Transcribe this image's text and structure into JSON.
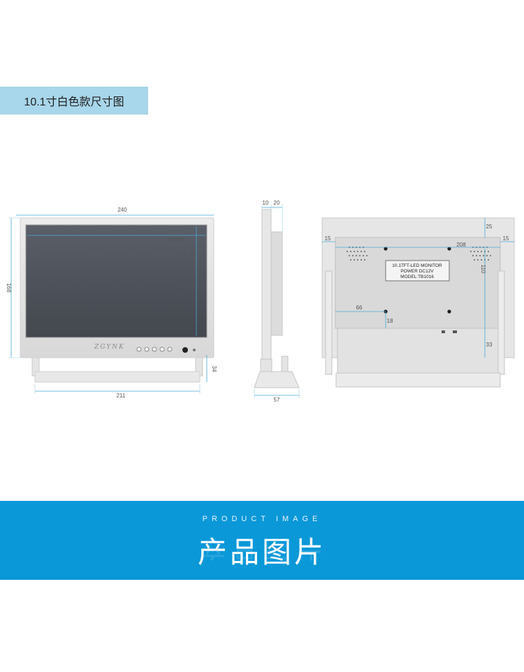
{
  "header": {
    "title": "10.1寸白色款尺寸图"
  },
  "front_view": {
    "brand": "ZGYNK",
    "width": "240",
    "height": "168",
    "screen_width": "219.5",
    "screen_height": "137.5",
    "stand_width": "211",
    "stand_height": "34"
  },
  "side_view": {
    "depth_top_a": "10",
    "depth_top_b": "20",
    "base_depth": "57"
  },
  "back_view": {
    "label_line1": "10.1TFT-LED MONITOR",
    "label_line2": "POWER DC12V",
    "label_line3": "MODEL:TB1016",
    "left_margin": "15",
    "right_margin": "15",
    "top_margin": "25",
    "hole_span": "208",
    "hole_vertical": "110",
    "hole_offset_x": "66",
    "hole_offset_y": "18",
    "bottom_margin": "33"
  },
  "banner": {
    "subtitle": "PRODUCT IMAGE",
    "title": "产品图片"
  },
  "colors": {
    "title_bg": "#a8d6ea",
    "banner_bg": "#0a98d8",
    "dimension_line": "#4aa8d8"
  }
}
